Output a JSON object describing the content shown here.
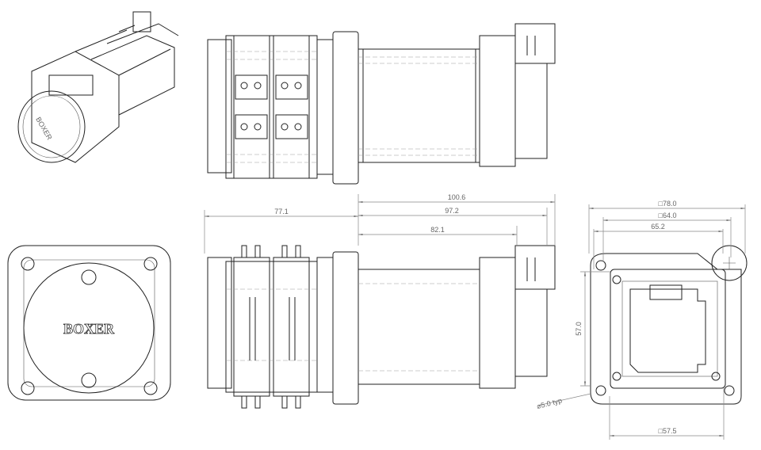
{
  "logo_text": "BOXER",
  "dimensions": {
    "side_pump_length": "77.1",
    "motor_total": "100.6",
    "motor_body_connector": "97.2",
    "motor_body": "82.1",
    "flange_square": "□78.0",
    "hole_square": "□64.0",
    "width_inner": "65.2",
    "height_inner": "57.0",
    "hole_diameter": "⌀5.0 typ",
    "body_square": "□57.5"
  }
}
